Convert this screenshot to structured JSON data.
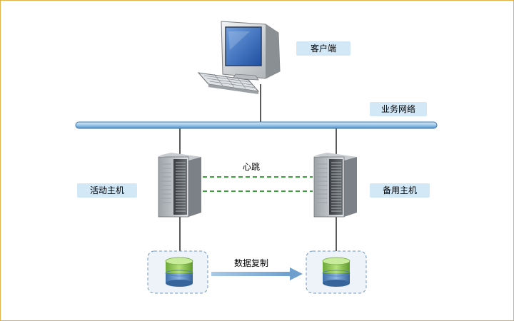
{
  "labels": {
    "client": "客户端",
    "network": "业务网络",
    "heartbeat": "心跳",
    "active_host": "活动主机",
    "standby_host": "备用主机",
    "replication": "数据复制"
  }
}
